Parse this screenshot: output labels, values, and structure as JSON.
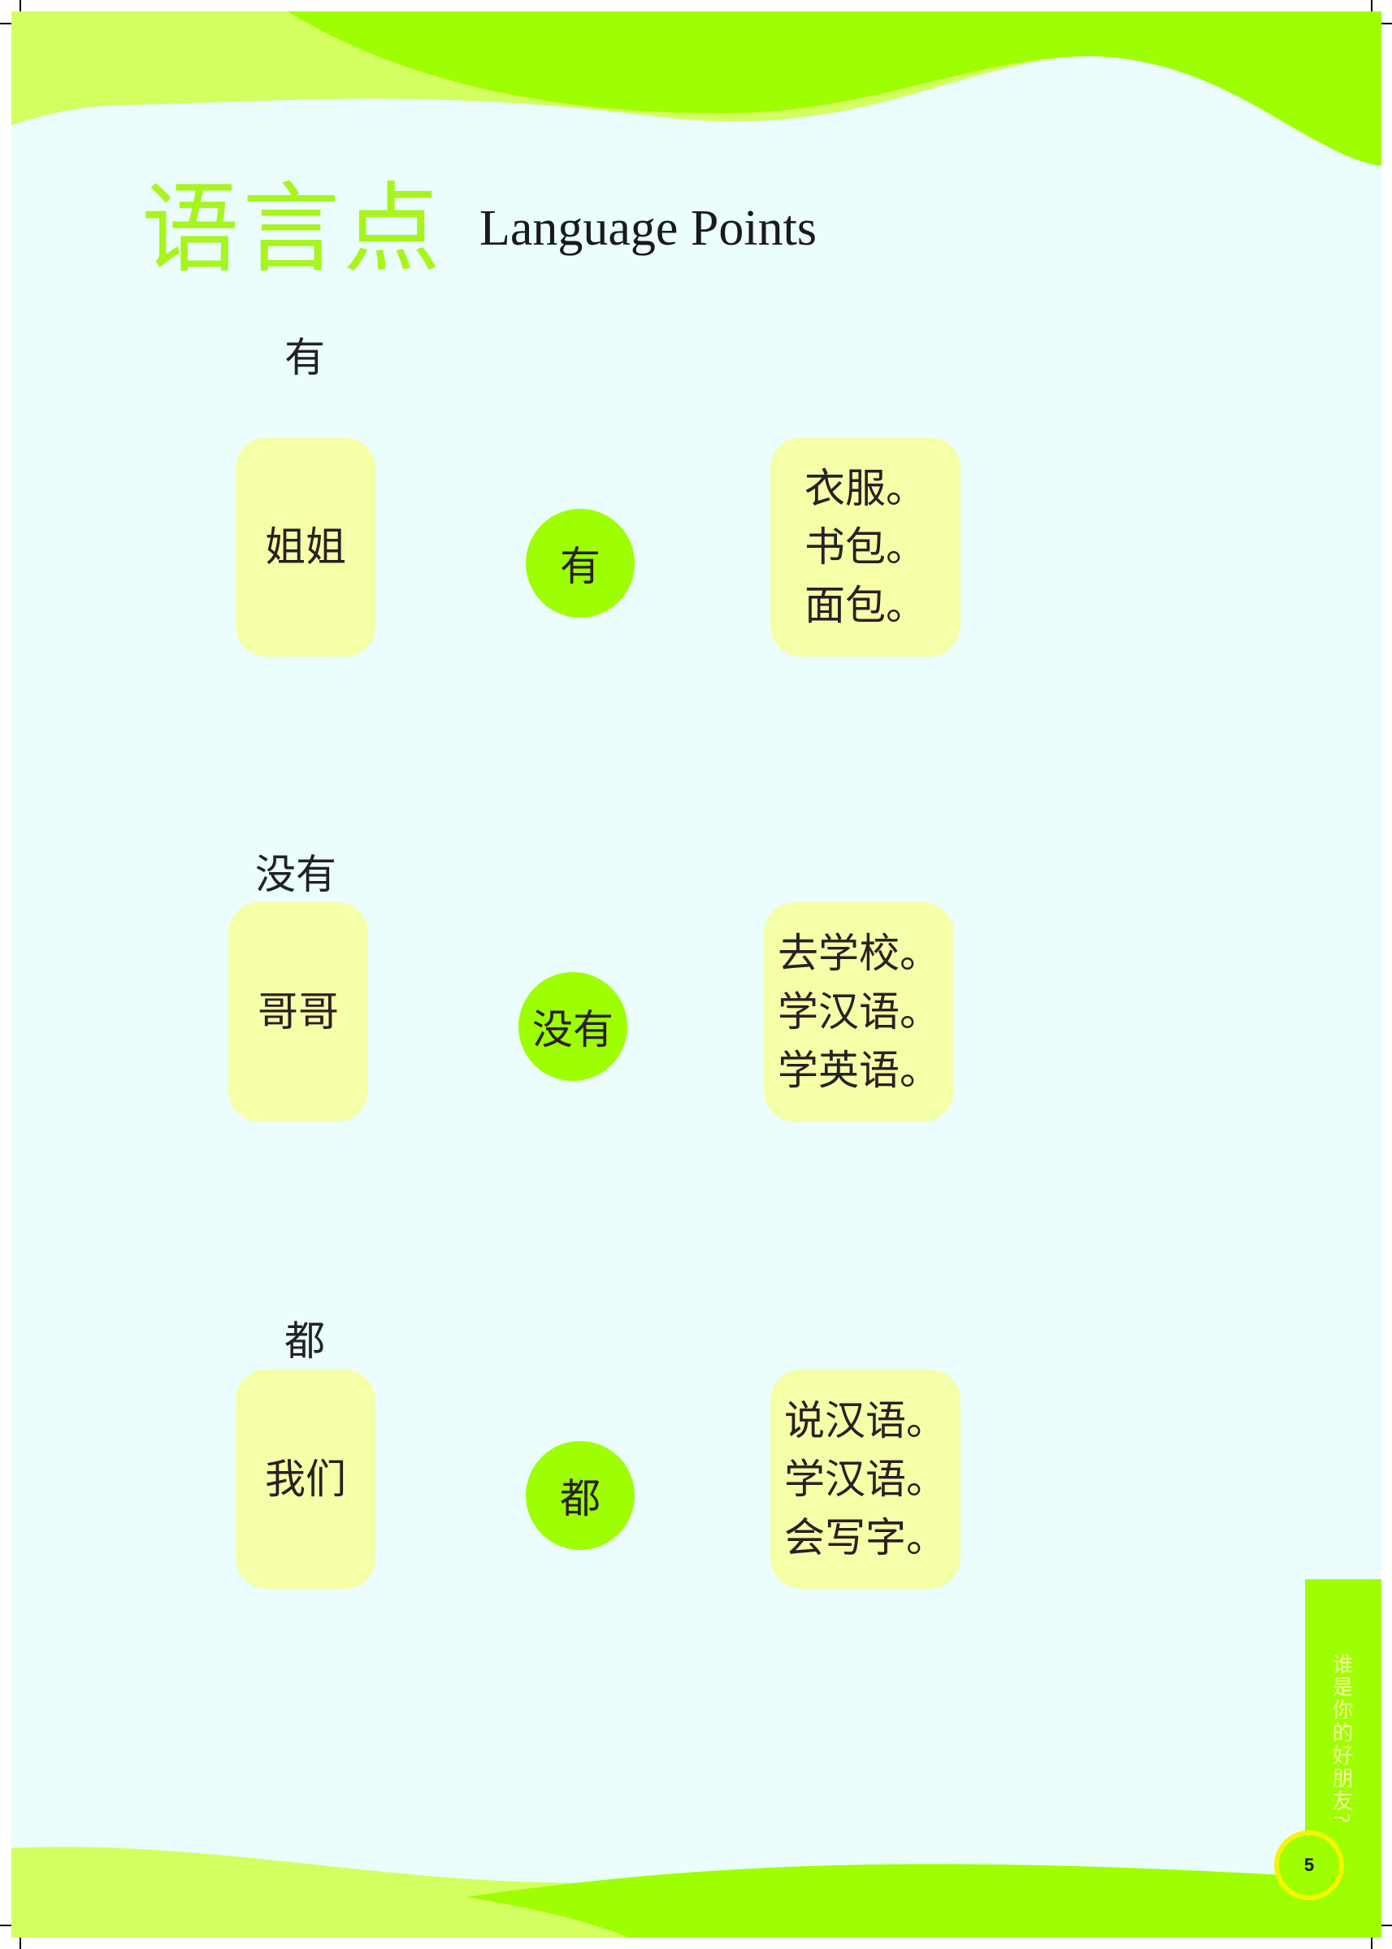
{
  "header": {
    "title_cn": "语言点",
    "title_en": "Language Points"
  },
  "sections": [
    {
      "label": "有",
      "subject": "姐姐",
      "verb": "有",
      "objects": [
        "衣服。",
        "书包。",
        "面包。"
      ]
    },
    {
      "label": "没有",
      "subject": "哥哥",
      "verb": "没有",
      "objects": [
        "去学校。",
        "学汉语。",
        "学英语。"
      ]
    },
    {
      "label": "都",
      "subject": "我们",
      "verb": "都",
      "objects": [
        "说汉语。",
        "学汉语。",
        "会写字。"
      ]
    }
  ],
  "side_tab": {
    "text": "谁是你的好朋友?"
  },
  "page_number": "5",
  "colors": {
    "bright_green": "#9eff00",
    "light_green": "#d4ff60",
    "background": "#ebfdfd",
    "box": "#f5ffa8"
  }
}
